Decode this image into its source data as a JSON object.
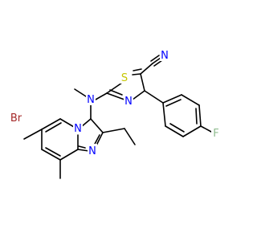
{
  "colors": {
    "background": "#ffffff",
    "bond": "#000000",
    "N": "#0000ff",
    "S": "#c6c600",
    "Br": "#a52a2a",
    "F": "#8fbc8f"
  },
  "atoms": [
    {
      "id": "a_br",
      "symbol": "Br",
      "element": "Br"
    },
    {
      "id": "a_n_imid_bridge",
      "symbol": "N",
      "element": "N"
    },
    {
      "id": "a_n_imid_ring",
      "symbol": "N",
      "element": "N"
    },
    {
      "id": "a_n_amine",
      "symbol": "N",
      "element": "N"
    },
    {
      "id": "a_s_thiazole",
      "symbol": "S",
      "element": "S"
    },
    {
      "id": "a_n_thiazole",
      "symbol": "N",
      "element": "N"
    },
    {
      "id": "a_n_nitrile",
      "symbol": "N",
      "element": "N"
    },
    {
      "id": "a_f",
      "symbol": "F",
      "element": "F"
    }
  ]
}
